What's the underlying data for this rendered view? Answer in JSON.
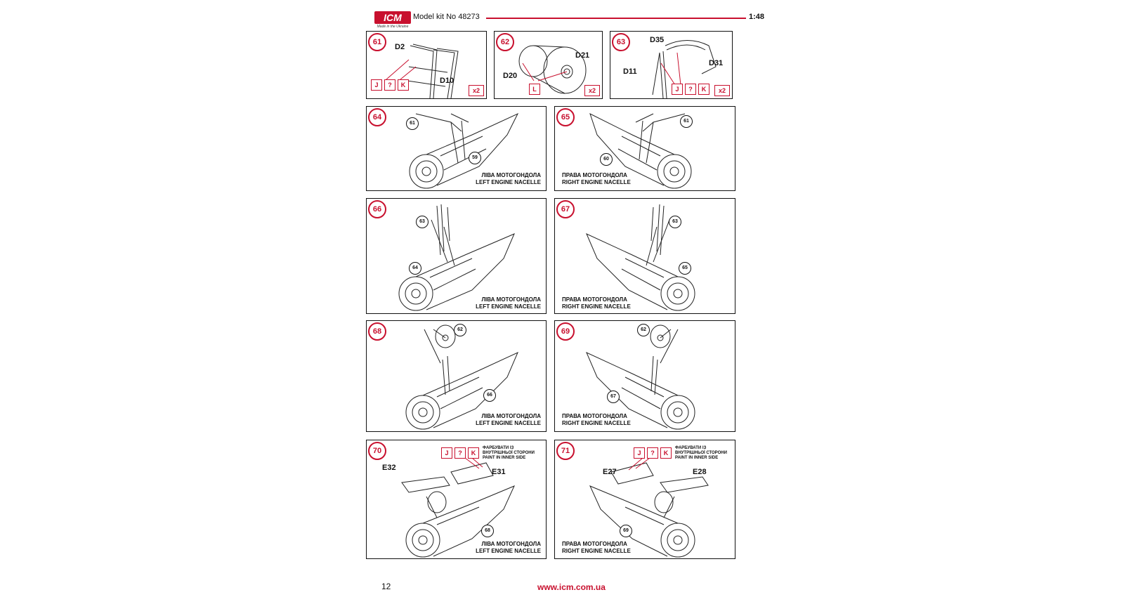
{
  "header": {
    "logo": "ICM",
    "logo_tagline": "Made in the Ukraine",
    "kit": "Model kit No 48273",
    "scale": "1:48"
  },
  "steps": [
    {
      "num": "61",
      "labels": [
        "D2",
        "D10"
      ],
      "paints": [
        "J",
        "?",
        "K"
      ],
      "multiplier": "x2"
    },
    {
      "num": "62",
      "labels": [
        "D21",
        "D20"
      ],
      "paints": [
        "L"
      ],
      "multiplier": "x2"
    },
    {
      "num": "63",
      "labels": [
        "D35",
        "D11",
        "D31"
      ],
      "paints": [
        "J",
        "?",
        "K"
      ],
      "multiplier": "x2"
    },
    {
      "num": "64",
      "refs": [
        "61",
        "59"
      ],
      "caption_ua": "ЛІВА МОТОГОНДОЛА",
      "caption_en": "LEFT ENGINE NACELLE"
    },
    {
      "num": "65",
      "refs": [
        "61",
        "60"
      ],
      "caption_ua": "ПРАВА МОТОГОНДОЛА",
      "caption_en": "RIGHT ENGINE NACELLE"
    },
    {
      "num": "66",
      "refs": [
        "63",
        "64"
      ],
      "caption_ua": "ЛІВА МОТОГОНДОЛА",
      "caption_en": "LEFT ENGINE NACELLE"
    },
    {
      "num": "67",
      "refs": [
        "63",
        "65"
      ],
      "caption_ua": "ПРАВА МОТОГОНДОЛА",
      "caption_en": "RIGHT ENGINE NACELLE"
    },
    {
      "num": "68",
      "refs": [
        "62",
        "66"
      ],
      "caption_ua": "ЛІВА МОТОГОНДОЛА",
      "caption_en": "LEFT ENGINE NACELLE"
    },
    {
      "num": "69",
      "refs": [
        "62",
        "67"
      ],
      "caption_ua": "ПРАВА МОТОГОНДОЛА",
      "caption_en": "RIGHT ENGINE NACELLE"
    },
    {
      "num": "70",
      "labels": [
        "E32",
        "E31"
      ],
      "refs": [
        "68"
      ],
      "paints": [
        "J",
        "?",
        "K"
      ],
      "paint_note_ua_1": "ФАРБУВАТИ ІЗ",
      "paint_note_ua_2": "ВНУТРІШНЬОЇ СТОРОНИ",
      "paint_note_en": "PAINT IN INNER SIDE",
      "caption_ua": "ЛІВА МОТОГОНДОЛА",
      "caption_en": "LEFT ENGINE NACELLE"
    },
    {
      "num": "71",
      "labels": [
        "E27",
        "E28"
      ],
      "refs": [
        "69"
      ],
      "paints": [
        "J",
        "?",
        "K"
      ],
      "paint_note_ua_1": "ФАРБУВАТИ ІЗ",
      "paint_note_ua_2": "ВНУТРІШНЬОЇ СТОРОНИ",
      "paint_note_en": "PAINT IN INNER SIDE",
      "caption_ua": "ПРАВА МОТОГОНДОЛА",
      "caption_en": "RIGHT ENGINE NACELLE"
    }
  ],
  "footer": {
    "page": "12",
    "url": "www.icm.com.ua"
  },
  "colors": {
    "accent": "#c8102e",
    "line": "#111111"
  }
}
